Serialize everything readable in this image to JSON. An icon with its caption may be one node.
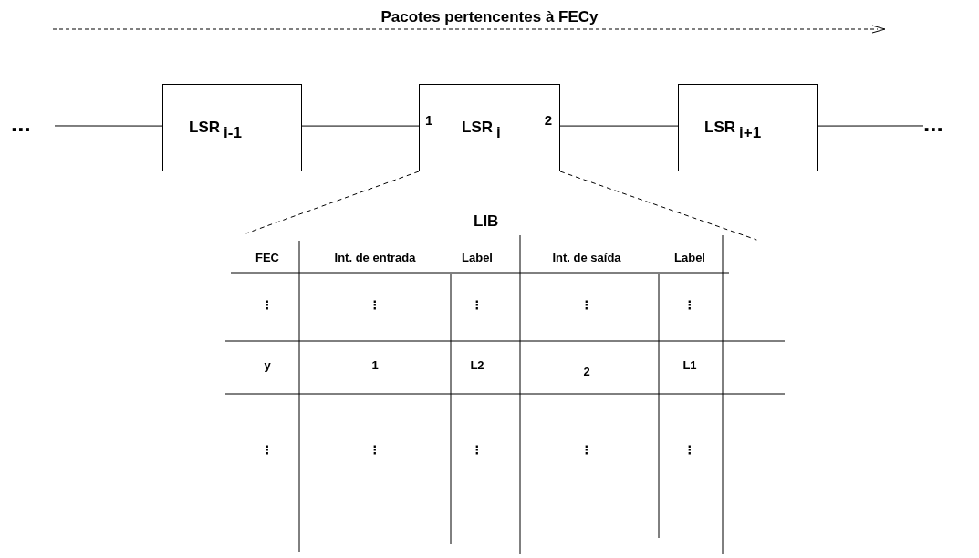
{
  "diagram": {
    "title": "Pacotes pertencentes à FECy",
    "nodes": [
      {
        "text": [
          "..."
        ]
      },
      {
        "text": [
          "LSR$_{i-1}$"
        ]
      },
      {
        "text": [
          "1",
          "LSR$_{i}$",
          "2"
        ]
      },
      {
        "text": [
          "LSR$_{i+1}$"
        ]
      },
      {
        "text": [
          "..."
        ]
      },
      {
        "text": [
          "LIB"
        ]
      }
    ],
    "edges": [
      {
        "from": 0,
        "to": 1,
        "arrow": "none"
      },
      {
        "from": 1,
        "to": 2,
        "arrow": "none"
      },
      {
        "from": 2,
        "to": 3,
        "arrow": "none"
      },
      {
        "from": 3,
        "to": 4,
        "arrow": "none"
      },
      {
        "from": 2,
        "to": 5,
        "arrow": "none",
        "style": "dashed"
      },
      {
        "from": 2,
        "to": 5,
        "arrow": "none",
        "style": "dashed"
      }
    ],
    "labels": [
      "FEC",
      "Int. de entrada",
      "Label",
      "Int. de saída",
      "Label",
      "⋮",
      "⋮",
      "⋮",
      "⋮",
      "⋮",
      "y",
      "1",
      "L2",
      "2",
      "L1",
      "⋮",
      "⋮",
      "⋮",
      "⋮",
      "⋮"
    ]
  }
}
